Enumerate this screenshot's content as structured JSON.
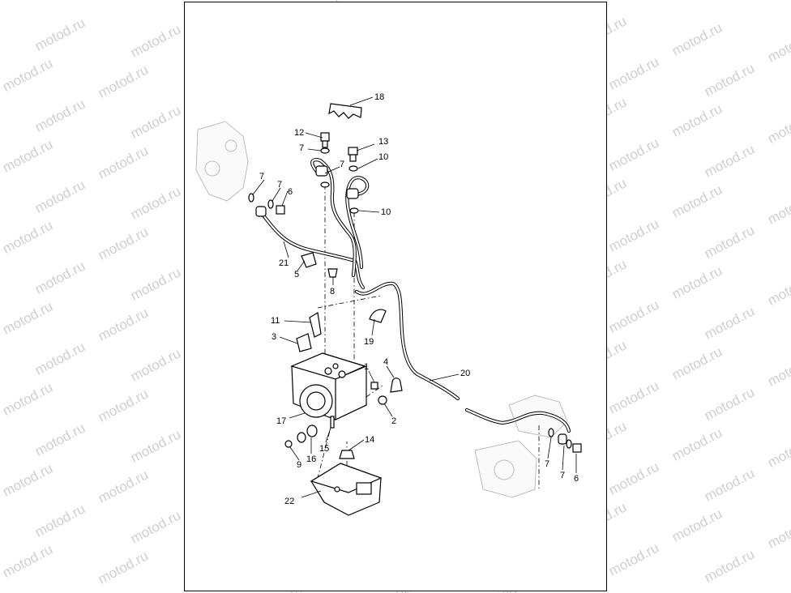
{
  "watermark": {
    "text": "motod.ru",
    "color": "#cfcfcf"
  },
  "diagram": {
    "labels": [
      {
        "id": "18",
        "text": "18"
      },
      {
        "id": "12",
        "text": "12"
      },
      {
        "id": "13",
        "text": "13"
      },
      {
        "id": "7a",
        "text": "7"
      },
      {
        "id": "7b",
        "text": "7"
      },
      {
        "id": "10a",
        "text": "10"
      },
      {
        "id": "7c",
        "text": "7"
      },
      {
        "id": "7d",
        "text": "7"
      },
      {
        "id": "6a",
        "text": "6"
      },
      {
        "id": "10b",
        "text": "10"
      },
      {
        "id": "21",
        "text": "21"
      },
      {
        "id": "5",
        "text": "5"
      },
      {
        "id": "8",
        "text": "8"
      },
      {
        "id": "11",
        "text": "11"
      },
      {
        "id": "3",
        "text": "3"
      },
      {
        "id": "19",
        "text": "19"
      },
      {
        "id": "1",
        "text": "1"
      },
      {
        "id": "4",
        "text": "4"
      },
      {
        "id": "20",
        "text": "20"
      },
      {
        "id": "17",
        "text": "17"
      },
      {
        "id": "2",
        "text": "2"
      },
      {
        "id": "14",
        "text": "14"
      },
      {
        "id": "15",
        "text": "15"
      },
      {
        "id": "16",
        "text": "16"
      },
      {
        "id": "9",
        "text": "9"
      },
      {
        "id": "22",
        "text": "22"
      },
      {
        "id": "7e",
        "text": "7"
      },
      {
        "id": "7f",
        "text": "7"
      },
      {
        "id": "6b",
        "text": "6"
      }
    ]
  }
}
